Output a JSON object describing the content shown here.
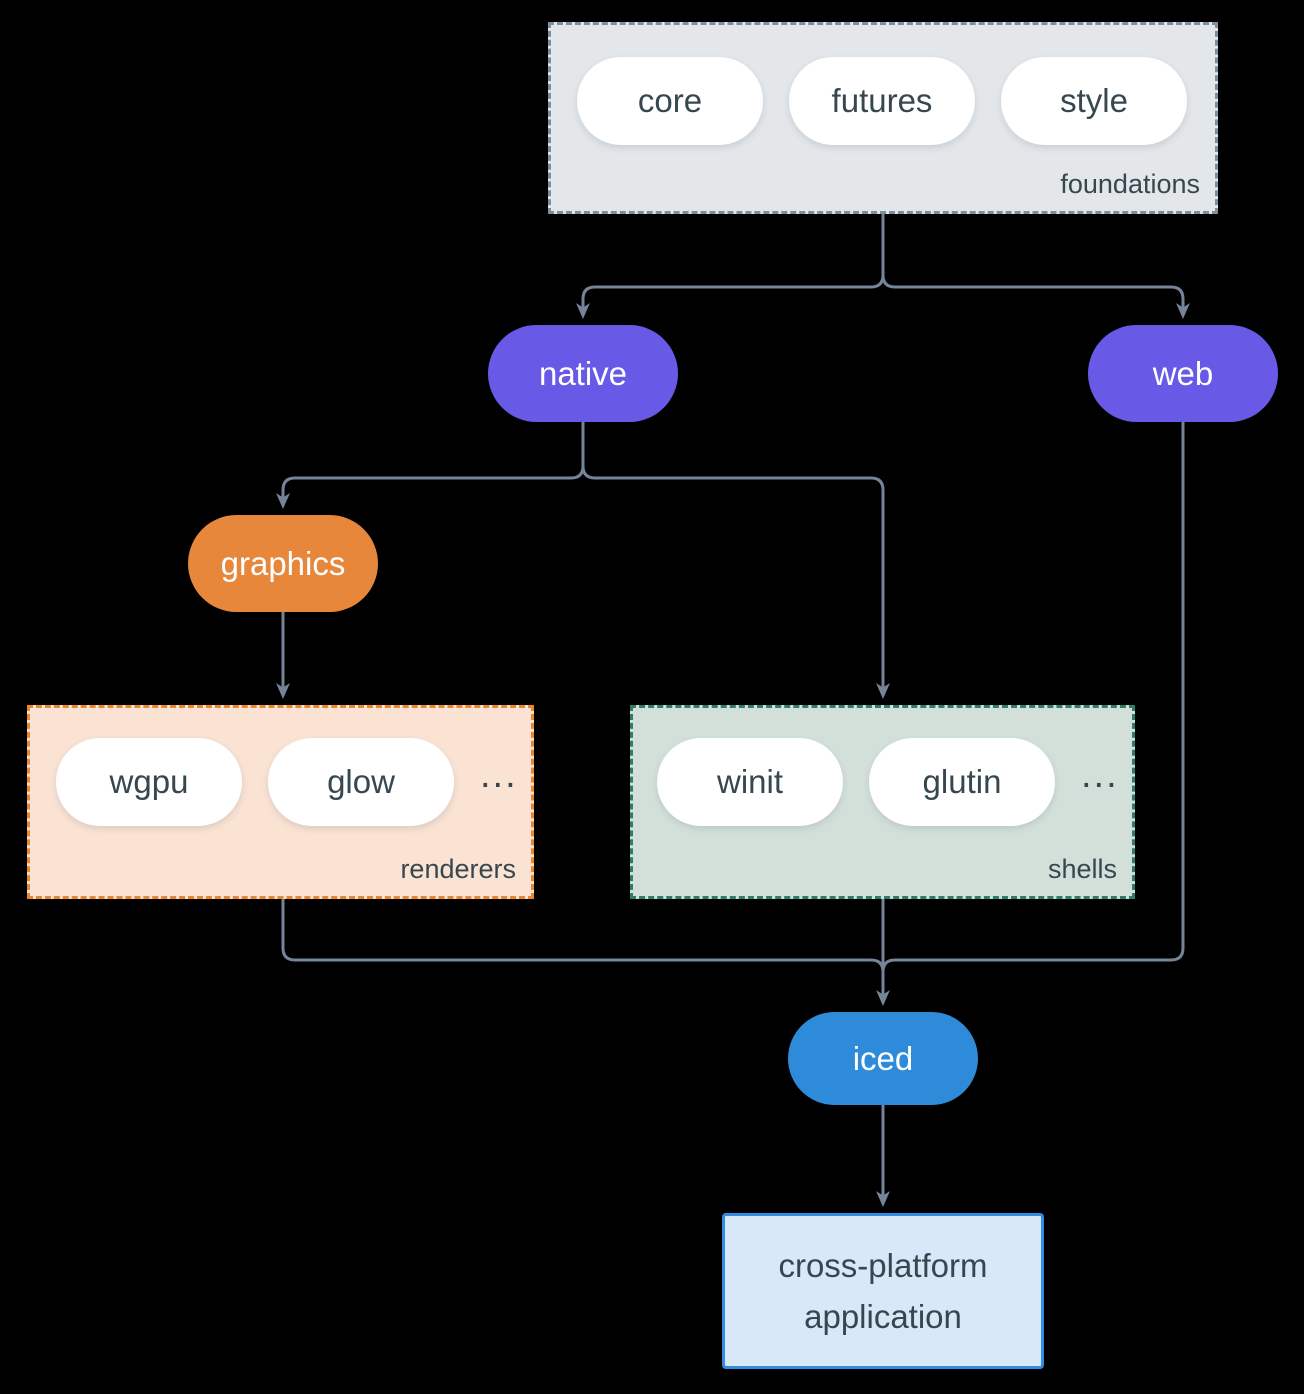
{
  "canvas": {
    "background": "#000000",
    "arrow_color": "#76849A",
    "text_color": "#37474F"
  },
  "foundations": {
    "label": "foundations",
    "fill": "#E3E7EA",
    "border_color": "#7E8EA0",
    "items": [
      {
        "label": "core"
      },
      {
        "label": "futures"
      },
      {
        "label": "style"
      }
    ]
  },
  "native": {
    "label": "native",
    "fill": "#685AE6"
  },
  "web": {
    "label": "web",
    "fill": "#685AE6"
  },
  "graphics": {
    "label": "graphics",
    "fill": "#E6873C"
  },
  "renderers": {
    "label": "renderers",
    "fill": "#FAE3D3",
    "border_color": "#E8872E",
    "items": [
      {
        "label": "wgpu"
      },
      {
        "label": "glow"
      }
    ],
    "ellipsis": "..."
  },
  "shells": {
    "label": "shells",
    "fill": "#D3E0DA",
    "border_color": "#2E7C6C",
    "items": [
      {
        "label": "winit"
      },
      {
        "label": "glutin"
      }
    ],
    "ellipsis": "..."
  },
  "iced": {
    "label": "iced",
    "fill": "#2E8BDA"
  },
  "application": {
    "label": "cross-platform application",
    "fill": "#D8E8F8",
    "border_color": "#338BE2"
  }
}
